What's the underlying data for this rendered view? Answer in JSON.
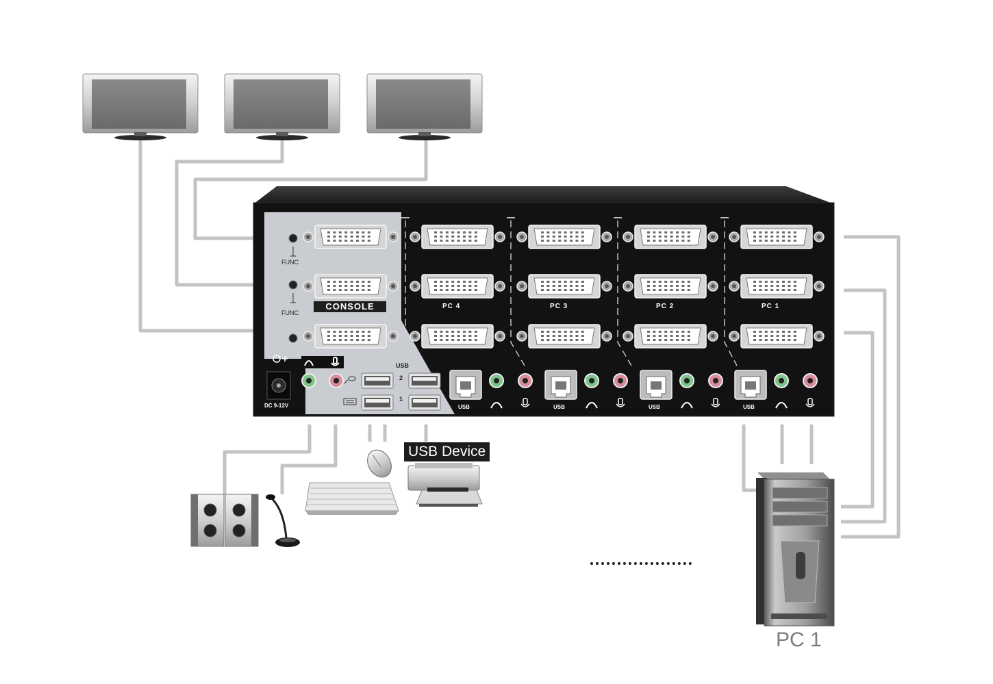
{
  "labels": {
    "console": "CONSOLE",
    "func": "FUNC",
    "pc_ports": [
      "PC 4",
      "PC 3",
      "PC 2",
      "PC 1"
    ],
    "usb_port_label": "USB",
    "usb_header": "USB",
    "usb_row_numbers": [
      "2",
      "1"
    ],
    "dc_power": "DC 9-12V",
    "usb_device": "USB Device",
    "computer": "PC 1"
  },
  "icons": {
    "monitors": [
      "monitor-icon",
      "monitor-icon",
      "monitor-icon"
    ],
    "peripherals": [
      "speakers-icon",
      "microphone-icon",
      "keyboard-icon",
      "mouse-icon",
      "printer-icon"
    ],
    "computer": "pc-tower-icon",
    "ports": [
      "dvi-port-icon",
      "usb-b-port-icon",
      "headphone-jack-icon",
      "mic-jack-icon",
      "usb-a-port-icon",
      "dc-power-jack-icon"
    ]
  },
  "colors": {
    "switch_body": "#121212",
    "console_panel": "#c9ccd1",
    "cable": "#c3c3c3",
    "headphone_jack": "#7fc58a",
    "mic_jack": "#d88c9a"
  }
}
